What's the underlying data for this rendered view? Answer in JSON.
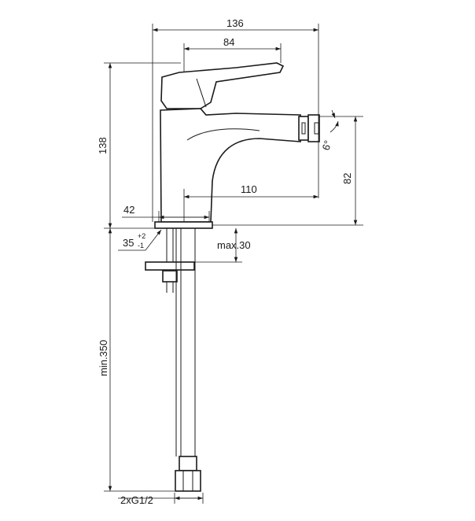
{
  "title": "Bidet mixer dimension drawing",
  "dimensions": {
    "overall_width": "136",
    "handle_offset": "84",
    "overall_height": "138",
    "spout_height": "82",
    "spout_reach": "110",
    "base_diameter": "42",
    "hole_diameter": "35",
    "hole_tolerance_plus": "+2",
    "hole_tolerance_minus": "-1",
    "max_deck_thickness": "max.30",
    "min_hose_length": "min.350",
    "connections": "2xG1/2",
    "nozzle_angle": "6°"
  },
  "colors": {
    "line": "#1a1a1a",
    "background": "#ffffff"
  }
}
